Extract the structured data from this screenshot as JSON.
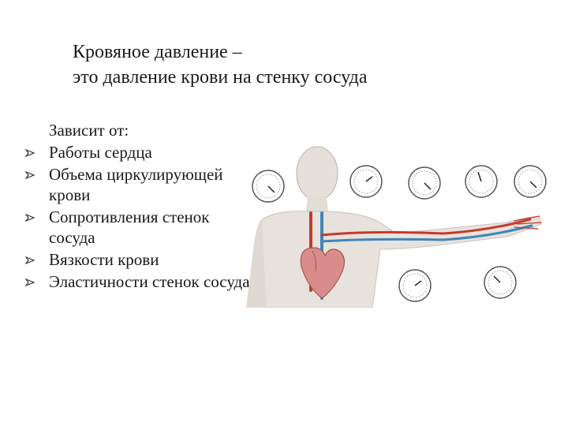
{
  "title": {
    "line1": "Кровяное давление –",
    "line2": "это давление крови на стенку сосуда"
  },
  "intro": "Зависит от:",
  "bullets": [
    "Работы сердца",
    "Объема циркулирующей крови",
    "Сопротивления стенок сосуда",
    "Вязкости крови",
    "Эластичности стенок сосуда"
  ],
  "figure": {
    "colors": {
      "artery": "#c43a2e",
      "vein": "#3f86b8",
      "heart": "#d98c8c",
      "skin": "#e8e2dc"
    },
    "gauge_icons": [
      "pressure-gauge-icon"
    ]
  }
}
